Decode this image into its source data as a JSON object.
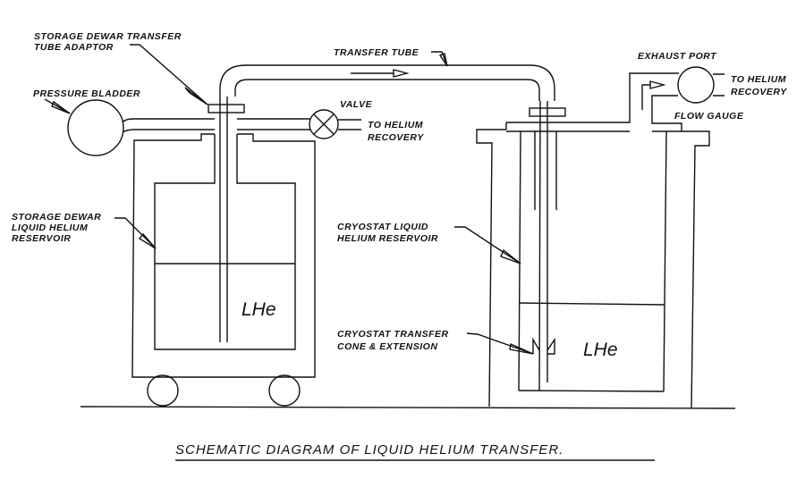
{
  "labels": {
    "adaptor_1": "STORAGE DEWAR TRANSFER",
    "adaptor_2": "TUBE ADAPTOR",
    "transfer_tube": "TRANSFER TUBE",
    "pressure_bladder": "PRESSURE BLADDER",
    "valve": "VALVE",
    "to_helium_1": "TO HELIUM",
    "recovery_1": "RECOVERY",
    "exhaust_port": "EXHAUST PORT",
    "to_helium_2": "TO HELIUM",
    "recovery_2": "RECOVERY",
    "flow_gauge": "FLOW GAUGE",
    "storage_1": "STORAGE DEWAR",
    "storage_2": "LIQUID HELIUM",
    "storage_3": "RESERVOIR",
    "cryo_res_1": "CRYOSTAT LIQUID",
    "cryo_res_2": "HELIUM RESERVOIR",
    "cone_1": "CRYOSTAT TRANSFER",
    "cone_2": "CONE & EXTENSION",
    "lhe_left": "LHe",
    "lhe_right": "LHe"
  },
  "title": "SCHEMATIC DIAGRAM OF LIQUID HELIUM TRANSFER."
}
